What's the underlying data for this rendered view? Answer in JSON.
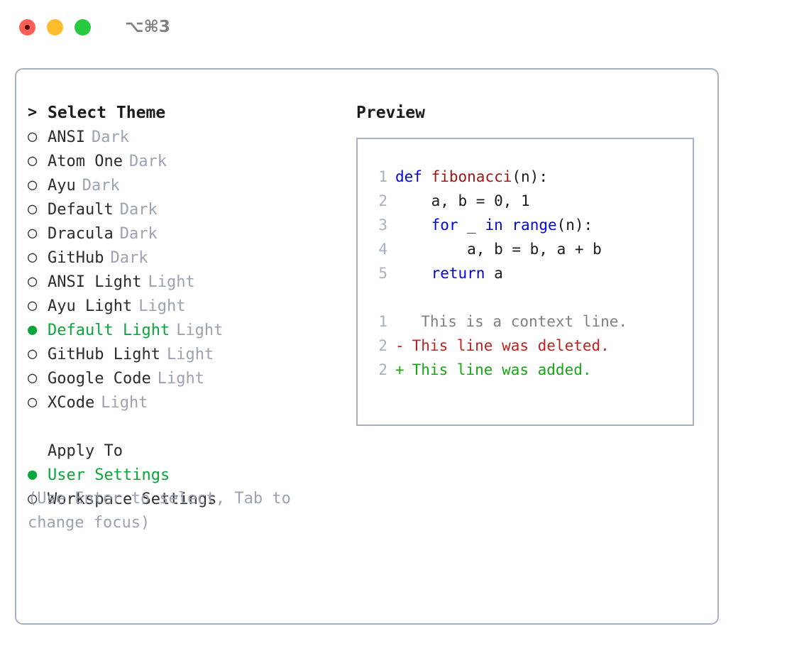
{
  "titlebar": {
    "shortcut": "⌥⌘3",
    "buttons": [
      {
        "name": "close",
        "color": "#ff5f56"
      },
      {
        "name": "minimize",
        "color": "#ffbd2e"
      },
      {
        "name": "maximize",
        "color": "#27c93f"
      }
    ]
  },
  "theme_picker": {
    "heading": "Select Theme",
    "heading_marker": ">",
    "items": [
      {
        "marker": "○",
        "label": "ANSI",
        "suffix": "Dark",
        "selected": false
      },
      {
        "marker": "○",
        "label": "Atom One",
        "suffix": "Dark",
        "selected": false
      },
      {
        "marker": "○",
        "label": "Ayu",
        "suffix": "Dark",
        "selected": false
      },
      {
        "marker": "○",
        "label": "Default",
        "suffix": "Dark",
        "selected": false
      },
      {
        "marker": "○",
        "label": "Dracula",
        "suffix": "Dark",
        "selected": false
      },
      {
        "marker": "○",
        "label": "GitHub",
        "suffix": "Dark",
        "selected": false
      },
      {
        "marker": "○",
        "label": "ANSI Light",
        "suffix": "Light",
        "selected": false
      },
      {
        "marker": "○",
        "label": "Ayu Light",
        "suffix": "Light",
        "selected": false
      },
      {
        "marker": "●",
        "label": "Default Light",
        "suffix": "Light",
        "selected": true
      },
      {
        "marker": "○",
        "label": "GitHub Light",
        "suffix": "Light",
        "selected": false
      },
      {
        "marker": "○",
        "label": "Google Code",
        "suffix": "Light",
        "selected": false
      },
      {
        "marker": "○",
        "label": "XCode",
        "suffix": "Light",
        "selected": false
      }
    ]
  },
  "apply_to": {
    "heading": "Apply To",
    "items": [
      {
        "marker": "●",
        "label": "User Settings",
        "selected": true
      },
      {
        "marker": "○",
        "label": "Workspace Settings",
        "selected": false
      }
    ]
  },
  "hint": "(Use Enter to select, Tab to change focus)",
  "preview": {
    "heading": "Preview",
    "code_lines": [
      {
        "num": "1",
        "tokens": [
          {
            "text": "def",
            "cls": "kw"
          },
          {
            "text": " ",
            "cls": "plain"
          },
          {
            "text": "fibonacci",
            "cls": "fn"
          },
          {
            "text": "(n):",
            "cls": "plain"
          }
        ]
      },
      {
        "num": "2",
        "tokens": [
          {
            "text": "    a, b = 0, 1",
            "cls": "plain"
          }
        ]
      },
      {
        "num": "3",
        "tokens": [
          {
            "text": "    ",
            "cls": "plain"
          },
          {
            "text": "for",
            "cls": "kw"
          },
          {
            "text": " _ ",
            "cls": "plain"
          },
          {
            "text": "in",
            "cls": "kw"
          },
          {
            "text": " ",
            "cls": "plain"
          },
          {
            "text": "range",
            "cls": "kw"
          },
          {
            "text": "(n):",
            "cls": "plain"
          }
        ]
      },
      {
        "num": "4",
        "tokens": [
          {
            "text": "        a, b = b, a + b",
            "cls": "plain"
          }
        ]
      },
      {
        "num": "5",
        "tokens": [
          {
            "text": "    ",
            "cls": "plain"
          },
          {
            "text": "return",
            "cls": "kw"
          },
          {
            "text": " a",
            "cls": "plain"
          }
        ]
      }
    ],
    "diff_lines": [
      {
        "num": "1",
        "sign": " ",
        "text": "  This is a context line.",
        "cls": "diff-ctx"
      },
      {
        "num": "2",
        "sign": "-",
        "text": " This line was deleted.",
        "cls": "diff-del"
      },
      {
        "num": "2",
        "sign": "+",
        "text": " This line was added.",
        "cls": "diff-add"
      }
    ]
  },
  "colors": {
    "accent_green": "#0aa63a",
    "muted": "#9aa3b2",
    "border": "#a7b1bf",
    "keyword": "#0000ee",
    "function": "#a31515",
    "diff_deleted": "#c02020",
    "diff_added": "#15a815"
  }
}
